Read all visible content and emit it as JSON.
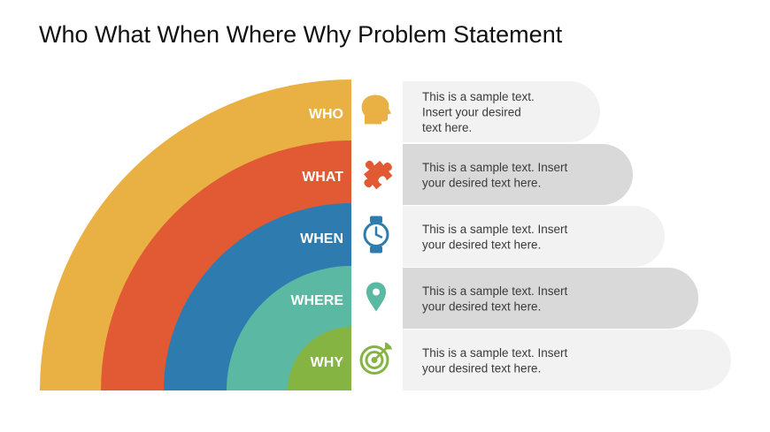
{
  "title": "Who What When Where Why Problem Statement",
  "items": [
    {
      "label": "WHO",
      "color": "#E9B043",
      "icon": "head-silhouette-icon",
      "icon_color": "#E9B043",
      "card_color": "#F2F2F2",
      "text_lines": [
        "This is a sample text.",
        "Insert your desired",
        "text here."
      ]
    },
    {
      "label": "WHAT",
      "color": "#E15A34",
      "icon": "puzzle-piece-icon",
      "icon_color": "#E15A34",
      "card_color": "#D9D9D9",
      "text_lines": [
        "This is a sample text. Insert",
        "your desired text here."
      ]
    },
    {
      "label": "WHEN",
      "color": "#2E7CAF",
      "icon": "wristwatch-icon",
      "icon_color": "#2E7CAF",
      "card_color": "#F2F2F2",
      "text_lines": [
        "This is a sample text. Insert",
        "your desired text here."
      ]
    },
    {
      "label": "WHERE",
      "color": "#5BB8A3",
      "icon": "map-pin-icon",
      "icon_color": "#5BB8A3",
      "card_color": "#D9D9D9",
      "text_lines": [
        "This is a sample text. Insert",
        "your desired text here."
      ]
    },
    {
      "label": "WHY",
      "color": "#86B443",
      "icon": "target-arrow-icon",
      "icon_color": "#86B443",
      "card_color": "#F2F2F2",
      "text_lines": [
        "This is a sample text. Insert",
        "your desired text here."
      ]
    }
  ]
}
